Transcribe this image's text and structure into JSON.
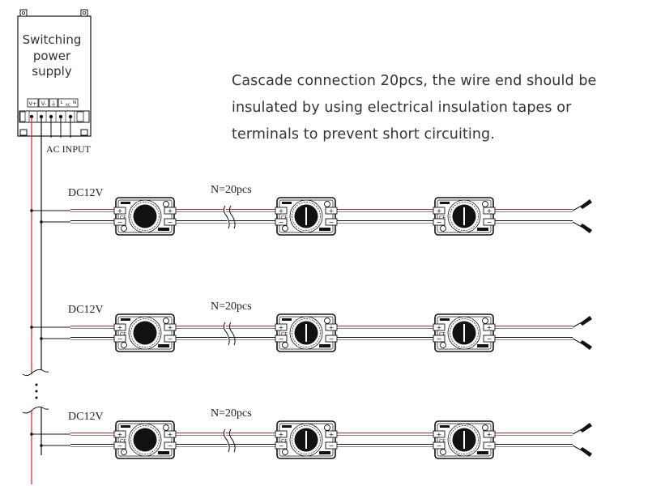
{
  "power_supply": {
    "title_lines": [
      "Switching",
      "power",
      "supply"
    ],
    "terminal_labels": [
      "V+",
      "V-",
      "⏚",
      "L",
      "AC",
      "N"
    ],
    "input_label": "AC INPUT"
  },
  "note": {
    "lines": [
      "Cascade connection 20pcs, the wire end should be",
      "insulated by using electrical insulation tapes or",
      "terminals to prevent short circuiting."
    ]
  },
  "rows": [
    {
      "voltage_label": "DC12V",
      "count_label": "N=20pcs",
      "modules": 3
    },
    {
      "voltage_label": "DC12V",
      "count_label": "N=20pcs",
      "modules": 3
    },
    {
      "voltage_label": "DC12V",
      "count_label": "N=20pcs",
      "modules": 3
    }
  ],
  "ellipsis": "⋮",
  "module_polarity": {
    "positive": "+",
    "negative": "−",
    "mark": "CE"
  },
  "colors": {
    "positive_wire": "#d42020",
    "negative_wire": "#000000",
    "outline": "#111111",
    "text": "#333333"
  }
}
